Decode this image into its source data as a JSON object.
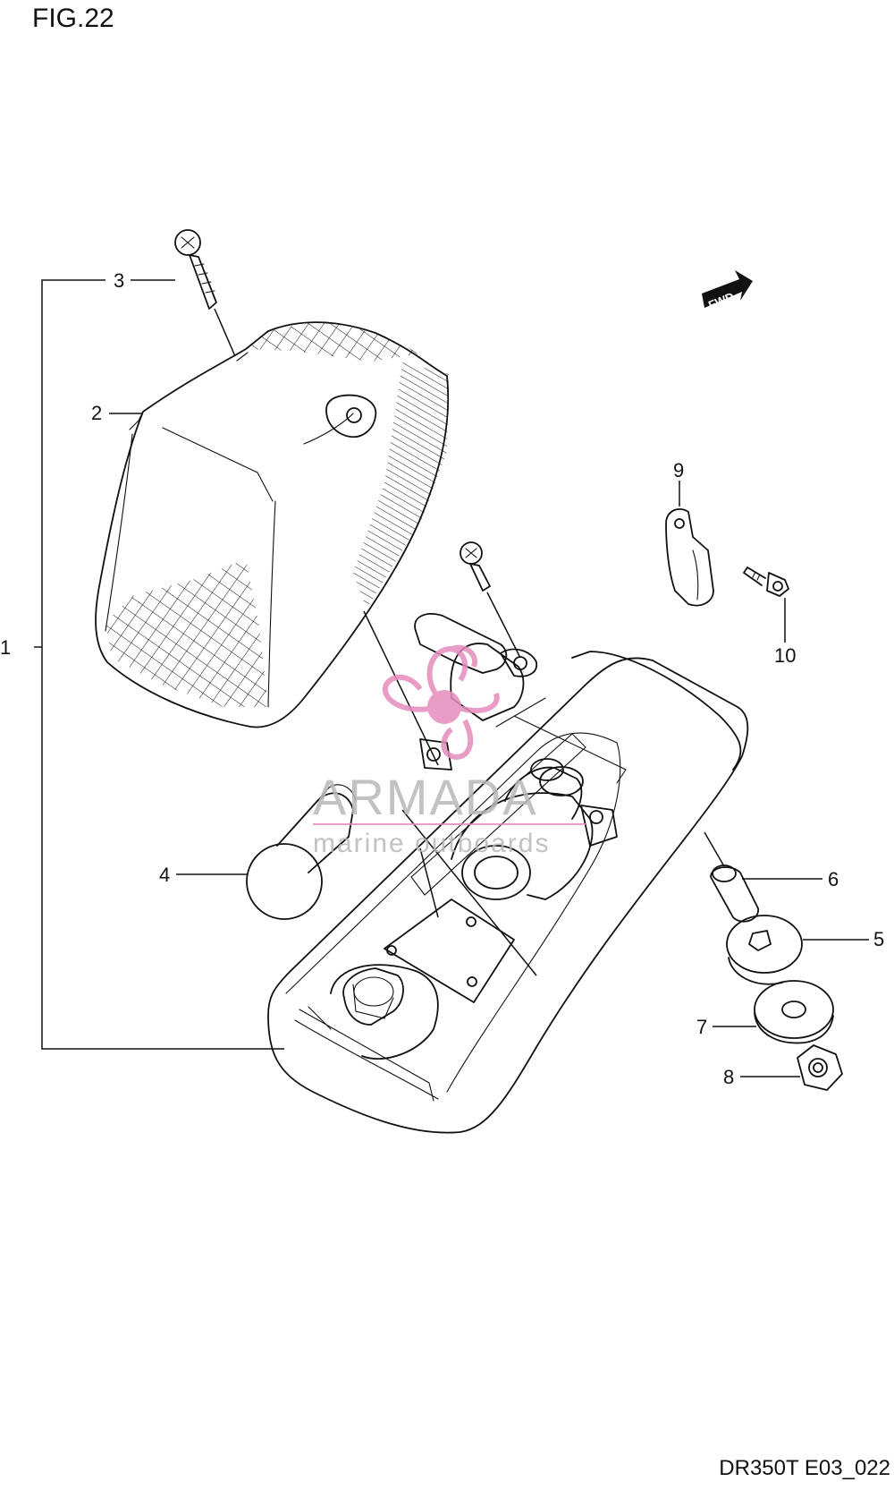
{
  "figure": {
    "label": "FIG.22",
    "code": "DR350T E03_022"
  },
  "fwd_badge": "FWD",
  "callouts": [
    "1",
    "2",
    "3",
    "4",
    "5",
    "6",
    "7",
    "8",
    "9",
    "10"
  ],
  "watermark": {
    "brand": "ARMADA",
    "tagline": "marine outboards",
    "accent_color": "#e48bbd"
  },
  "colors": {
    "ink": "#111111",
    "background": "#ffffff"
  }
}
